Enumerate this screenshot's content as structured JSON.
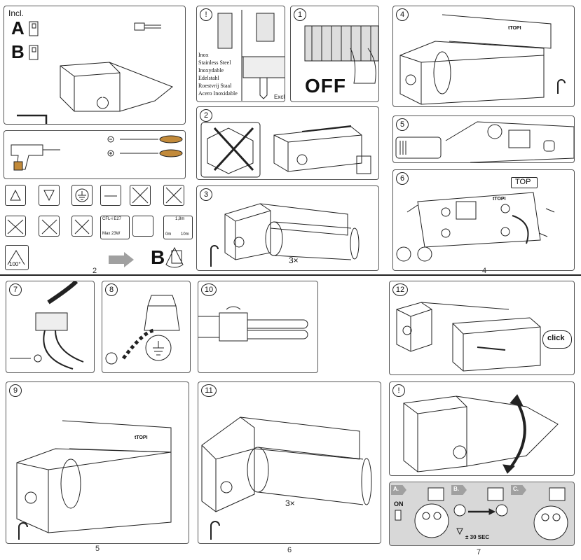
{
  "panel_incl": {
    "title": "Incl.",
    "label_a": "A",
    "label_b": "B"
  },
  "panel_warning_top": {
    "materials": [
      "Inox",
      "Stainless Steel",
      "Inoxydable",
      "Edelstahl",
      "Roestvrij Staal",
      "Acero Inoxidable"
    ],
    "excl_label": "Excl"
  },
  "panel_1": {
    "num": "1",
    "off_label": "OFF"
  },
  "panel_2": {
    "num": "2"
  },
  "panel_3": {
    "num": "3",
    "multiplier": "3×"
  },
  "panel_4": {
    "num": "4",
    "brand": "tTOPI"
  },
  "panel_5": {
    "num": "5"
  },
  "panel_6": {
    "num": "6",
    "top_label": "TOP",
    "brand": "tTOPI"
  },
  "panel_7": {
    "num": "7"
  },
  "panel_8": {
    "num": "8"
  },
  "panel_9": {
    "num": "9",
    "brand": "tTOPI"
  },
  "panel_10": {
    "num": "10"
  },
  "panel_11": {
    "num": "11",
    "multiplier": "3×"
  },
  "panel_12": {
    "num": "12",
    "click_label": "click"
  },
  "panel_adjust": {
    "num": "!"
  },
  "symbols": {
    "cfl_label": "CFL-i E27",
    "max_label": "Max 23W",
    "angle_label": "100°",
    "next_label": "B",
    "dist_label": "1,8m",
    "range_label": "0m",
    "range_label2": "10m"
  },
  "steps_strip": {
    "a": "A.",
    "b": "B.",
    "c": "C.",
    "on_label": "ON",
    "sec_label": "± 30 SEC"
  },
  "pages": {
    "p2": "2",
    "p4": "4",
    "p5": "5",
    "p6": "6",
    "p7": "7"
  },
  "colors": {
    "line": "#222222",
    "gray": "#d9d9d9",
    "arrow_gray": "#a0a0a0"
  }
}
